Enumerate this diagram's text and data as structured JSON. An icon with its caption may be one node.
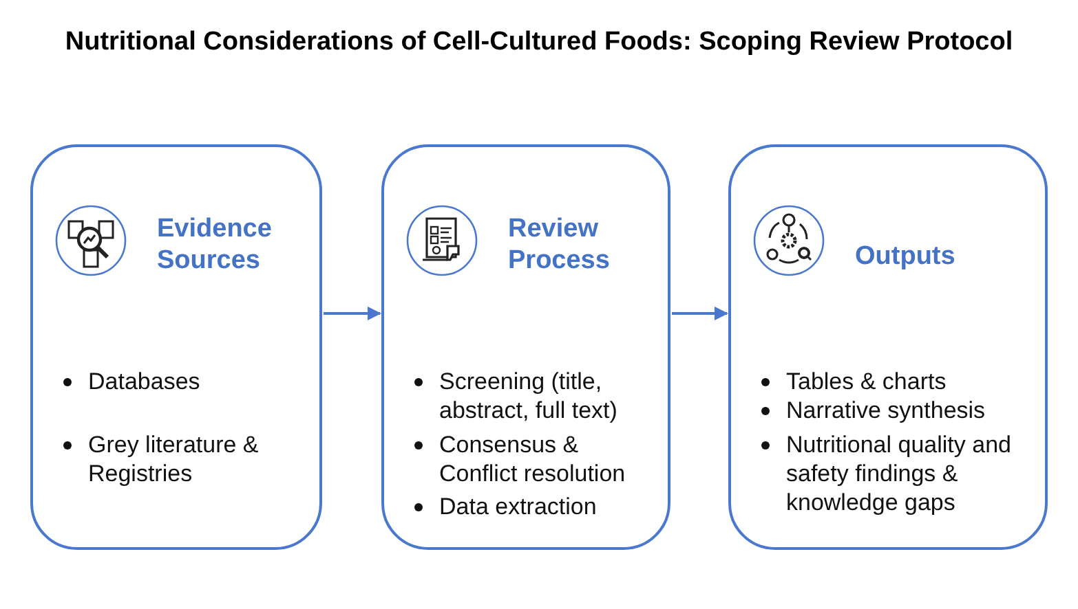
{
  "diagram": {
    "title": "Nutritional Considerations of Cell-Cultured Foods: Scoping Review Protocol",
    "nodes": [
      {
        "text": [
          "Evidence Sources",
          "Databases",
          "Grey literature & Registries"
        ]
      },
      {
        "text": [
          "Review Process",
          "Screening (title, abstract, full text)",
          "Consensus & Conflict resolution",
          "Data extraction"
        ]
      },
      {
        "text": [
          "Outputs",
          "Tables & charts",
          "Narrative synthesis",
          "Nutritional quality and safety findings & knowledge gaps"
        ]
      }
    ],
    "edges": [
      {
        "from": 0,
        "to": 1,
        "arrow": "to"
      },
      {
        "from": 1,
        "to": 2,
        "arrow": "to"
      }
    ]
  }
}
